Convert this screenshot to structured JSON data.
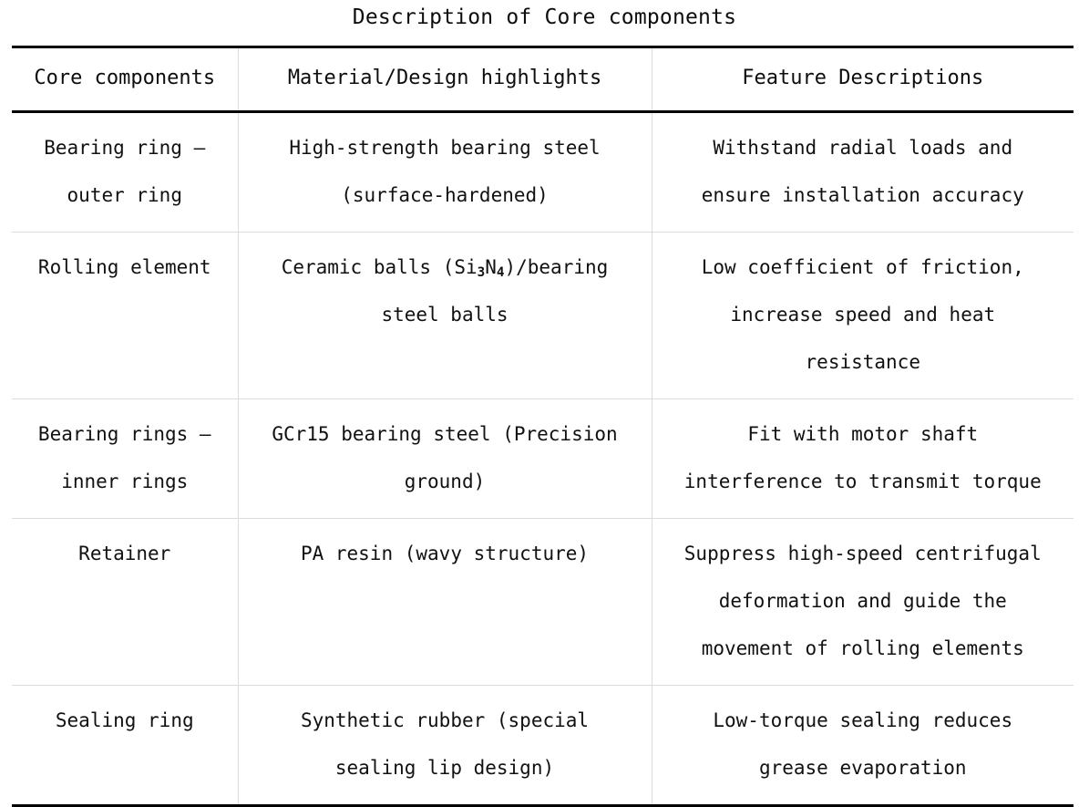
{
  "title": "Description of Core components",
  "table": {
    "columns": [
      "Core components",
      "Material/Design highlights",
      "Feature Descriptions"
    ],
    "rows": [
      {
        "component_line1": "Bearing ring –",
        "component_line2": "outer ring",
        "material_line1": "High-strength bearing steel",
        "material_line2": "(surface-hardened)",
        "feature_line1": "Withstand radial loads and",
        "feature_line2": "ensure installation accuracy",
        "feature_line3": ""
      },
      {
        "component_line1": "Rolling element",
        "component_line2": "",
        "material_line1_pre": "Ceramic balls (Si",
        "material_line1_sub1": "3",
        "material_line1_mid": "N",
        "material_line1_sub2": "4",
        "material_line1_post": ")/bearing",
        "material_line2": "steel balls",
        "feature_line1": "Low coefficient of friction,",
        "feature_line2": "increase speed and heat",
        "feature_line3": "resistance"
      },
      {
        "component_line1": "Bearing rings –",
        "component_line2": "inner rings",
        "material_line1": "GCr15 bearing steel (Precision",
        "material_line2": "ground)",
        "feature_line1": "Fit with motor shaft",
        "feature_line2": "interference to transmit torque",
        "feature_line3": ""
      },
      {
        "component_line1": "Retainer",
        "component_line2": "",
        "material_line1": "PA resin (wavy structure)",
        "material_line2": "",
        "feature_line1": "Suppress high-speed centrifugal",
        "feature_line2": "deformation and guide the",
        "feature_line3": "movement of rolling elements"
      },
      {
        "component_line1": "Sealing ring",
        "component_line2": "",
        "material_line1": "Synthetic rubber (special",
        "material_line2": "sealing lip design)",
        "feature_line1": "Low-torque sealing reduces",
        "feature_line2": "grease evaporation",
        "feature_line3": ""
      }
    ]
  },
  "colors": {
    "text": "#111111",
    "border_heavy": "#000000",
    "border_light": "#dcdcdc",
    "background": "#ffffff"
  }
}
